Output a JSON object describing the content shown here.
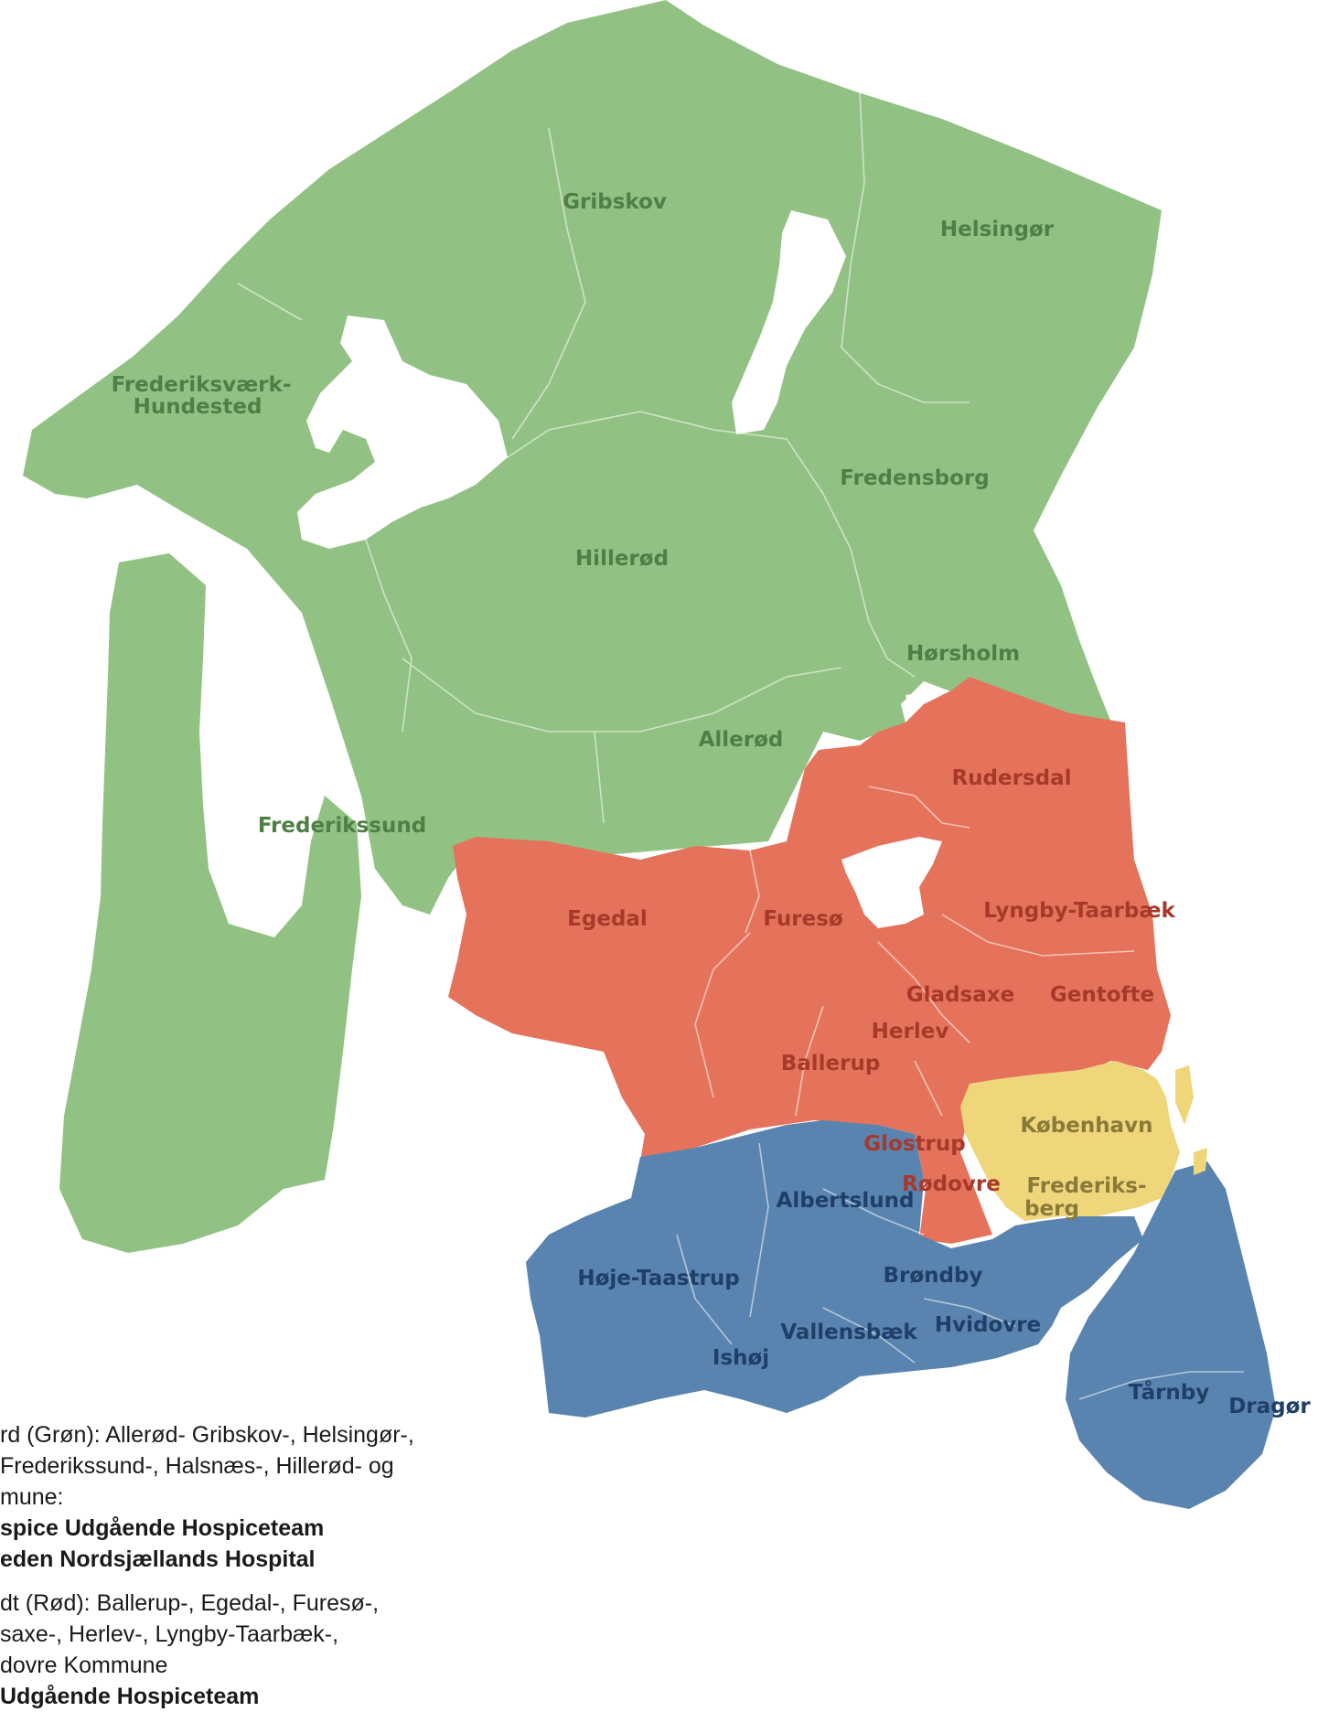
{
  "colors": {
    "green": "#92c283",
    "red": "#e5735c",
    "blue": "#5984b0",
    "yellow": "#f0d67a"
  },
  "regions": {
    "north": [
      "Gribskov",
      "Helsingør",
      "Frederiksværk-",
      "Hundested",
      "Fredensborg",
      "Hillerød",
      "Hørsholm",
      "Allerød",
      "Frederikssund"
    ],
    "mid": [
      "Rudersdal",
      "Egedal",
      "Furesø",
      "Lyngby-Taarbæk",
      "Gladsaxe",
      "Gentofte",
      "Herlev",
      "Ballerup",
      "Glostrup",
      "Rødovre"
    ],
    "city": [
      "København",
      "Frederiks-",
      "berg"
    ],
    "south": [
      "Albertslund",
      "Høje-Taastrup",
      "Brøndby",
      "Vallensbæk",
      "Hvidovre",
      "Ishøj",
      "Tårnby",
      "Dragør"
    ]
  },
  "legend": {
    "line1": "rd (Grøn): Allerød- Gribskov-, Helsingør-,",
    "line2": "Frederikssund-, Halsnæs-, Hillerød- og",
    "line3": "mune:",
    "line4": "spice Udgående Hospiceteam",
    "line5": "eden Nordsjællands Hospital",
    "line6": "dt (Rød): Ballerup-, Egedal-, Furesø-,",
    "line7": "saxe-, Herlev-, Lyngby-Taarbæk-,",
    "line8": "dovre Kommune",
    "line9": "Udgående Hospiceteam"
  }
}
